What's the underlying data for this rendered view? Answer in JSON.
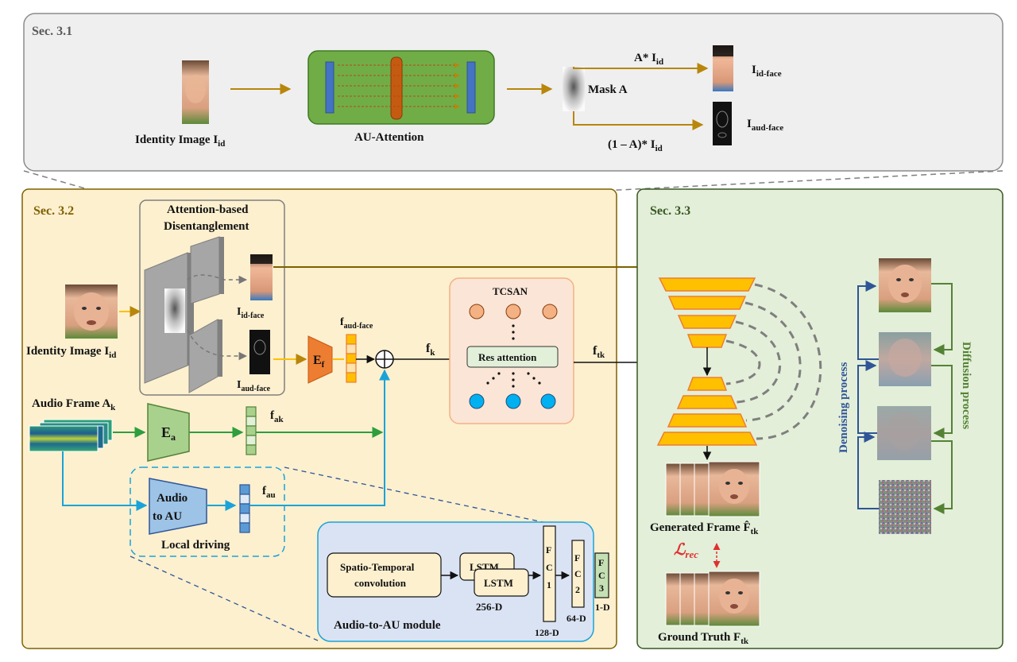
{
  "sec31": {
    "title": "Sec. 3.1",
    "identity_label_main": "Identity Image I",
    "identity_label_sub": "id",
    "au_attention": "AU-Attention",
    "mask": "Mask A",
    "a_id_main": "A* I",
    "a_id_sub": "id",
    "i_id_face_main": "I",
    "i_id_face_sub": "id-face",
    "one_minus_main": "(1 – A)* I",
    "one_minus_sub": "id",
    "i_aud_face_main": "I",
    "i_aud_face_sub": "aud-face"
  },
  "sec32": {
    "title": "Sec. 3.2",
    "abd_line1": "Attention-based",
    "abd_line2": "Disentanglement",
    "identity_label_main": "Identity Image I",
    "identity_label_sub": "id",
    "i_id_face_main": "I",
    "i_id_face_sub": "id-face",
    "i_aud_face_main": "I",
    "i_aud_face_sub": "aud-face",
    "ef_main": "E",
    "ef_sub": "f",
    "f_aud_face_main": "f",
    "f_aud_face_sub": "aud-face",
    "fk_main": "f",
    "fk_sub": "k",
    "audio_frame_main": "Audio Frame A",
    "audio_frame_sub": "k",
    "ea_main": "E",
    "ea_sub": "a",
    "fak_main": "f",
    "fak_sub": "ak",
    "audio_to_au_line1": "Audio",
    "audio_to_au_line2": "to AU",
    "fau_main": "f",
    "fau_sub": "au",
    "local_driving": "Local driving",
    "tcsan": "TCSAN",
    "res_attention": "Res attention",
    "ftk_main": "f",
    "ftk_sub": "tk"
  },
  "module": {
    "st_line1": "Spatio-Temporal",
    "st_line2": "convolution",
    "lstm_back": "LSTM",
    "lstm_front": "LSTM",
    "dim_256": "256-D",
    "fc1": [
      "F",
      "C",
      "1"
    ],
    "fc2": [
      "F",
      "C",
      "2"
    ],
    "fc3": [
      "F",
      "C",
      "3"
    ],
    "dim_128": "128-D",
    "dim_64": "64-D",
    "dim_1": "1-D",
    "module_label": "Audio-to-AU module"
  },
  "sec33": {
    "title": "Sec. 3.3",
    "generated_main": "Generated Frame F̂",
    "generated_sub": "tk",
    "loss_main": "ℒ",
    "loss_sub": "rec",
    "ground_truth_main": "Ground Truth F",
    "ground_truth_sub": "tk",
    "denoising": "Denoising process",
    "diffusion": "Diffusion process"
  },
  "colors": {
    "sec31_bg": "#efefef",
    "sec32_bg": "#fdf0cf",
    "sec33_bg": "#e3efd9",
    "gold_arrow": "#b8860b",
    "green": "#2e9e3e",
    "blue": "#1aa3d8",
    "orange": "#ed7d31",
    "yellow": "#ffc000",
    "navy": "#2f5597",
    "dark_green": "#548235",
    "red": "#e03030"
  }
}
